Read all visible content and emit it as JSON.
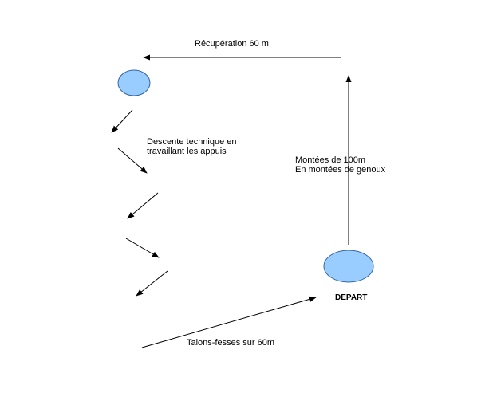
{
  "labels": {
    "recuperation": "Récupération 60 m",
    "descente_line1": "Descente technique en",
    "descente_line2": "travaillant les appuis",
    "montees_line1": "Montées de 100m",
    "montees_line2": "En montées de genoux",
    "depart": "DEPART",
    "talons": "Talons-fesses sur 60m"
  },
  "colors": {
    "node_fill": "#99ccff",
    "node_stroke": "#3465a4",
    "line": "#000000"
  }
}
